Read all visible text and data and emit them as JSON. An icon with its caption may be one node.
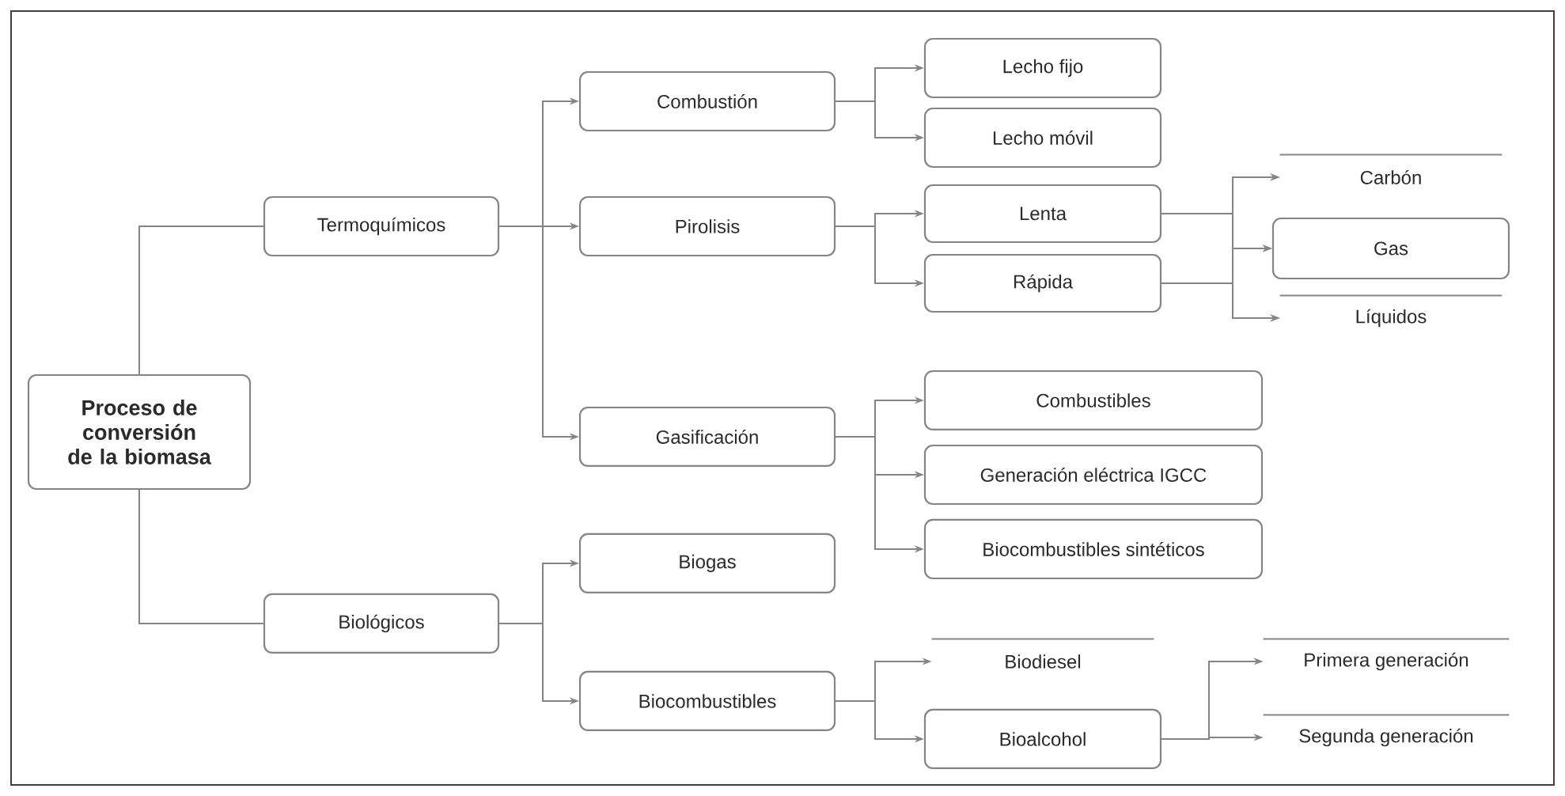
{
  "diagram": {
    "nodes": [
      {
        "text": [
          "Proceso de conversión de la biomasa"
        ]
      },
      {
        "text": [
          "Termoquímicos"
        ]
      },
      {
        "text": [
          "Biológicos"
        ]
      },
      {
        "text": [
          "Combustión"
        ]
      },
      {
        "text": [
          "Pirolisis"
        ]
      },
      {
        "text": [
          "Gasificación"
        ]
      },
      {
        "text": [
          "Biogas"
        ]
      },
      {
        "text": [
          "Biocombustibles"
        ]
      },
      {
        "text": [
          "Lecho fijo"
        ]
      },
      {
        "text": [
          "Lecho móvil"
        ]
      },
      {
        "text": [
          "Lenta"
        ]
      },
      {
        "text": [
          "Rápida"
        ]
      },
      {
        "text": [
          "Carbón"
        ]
      },
      {
        "text": [
          "Gas"
        ]
      },
      {
        "text": [
          "Líquidos"
        ]
      },
      {
        "text": [
          "Combustibles"
        ]
      },
      {
        "text": [
          "Generación eléctrica IGCC"
        ]
      },
      {
        "text": [
          "Biocombustibles sintéticos"
        ]
      },
      {
        "text": [
          "Biodiesel"
        ]
      },
      {
        "text": [
          "Bioalcohol"
        ]
      },
      {
        "text": [
          "Primera generación"
        ]
      },
      {
        "text": [
          "Segunda generación"
        ]
      }
    ],
    "edges": [
      {
        "from": 0,
        "to": 1,
        "arrow": "none"
      },
      {
        "from": 0,
        "to": 2,
        "arrow": "none"
      },
      {
        "from": 1,
        "to": 3,
        "arrow": "to"
      },
      {
        "from": 1,
        "to": 4,
        "arrow": "to"
      },
      {
        "from": 1,
        "to": 5,
        "arrow": "to"
      },
      {
        "from": 2,
        "to": 6,
        "arrow": "to"
      },
      {
        "from": 2,
        "to": 7,
        "arrow": "to"
      },
      {
        "from": 3,
        "to": 8,
        "arrow": "to"
      },
      {
        "from": 3,
        "to": 9,
        "arrow": "to"
      },
      {
        "from": 4,
        "to": 10,
        "arrow": "to"
      },
      {
        "from": 4,
        "to": 11,
        "arrow": "to"
      },
      {
        "from": 10,
        "to": 12,
        "arrow": "to"
      },
      {
        "from": 10,
        "to": 13,
        "arrow": "to"
      },
      {
        "from": 10,
        "to": 14,
        "arrow": "to"
      },
      {
        "from": 11,
        "to": 12,
        "arrow": "to"
      },
      {
        "from": 11,
        "to": 13,
        "arrow": "to"
      },
      {
        "from": 11,
        "to": 14,
        "arrow": "to"
      },
      {
        "from": 5,
        "to": 15,
        "arrow": "to"
      },
      {
        "from": 5,
        "to": 16,
        "arrow": "to"
      },
      {
        "from": 5,
        "to": 17,
        "arrow": "to"
      },
      {
        "from": 7,
        "to": 18,
        "arrow": "to"
      },
      {
        "from": 7,
        "to": 19,
        "arrow": "to"
      },
      {
        "from": 19,
        "to": 20,
        "arrow": "to"
      },
      {
        "from": 19,
        "to": 21,
        "arrow": "to"
      }
    ]
  }
}
